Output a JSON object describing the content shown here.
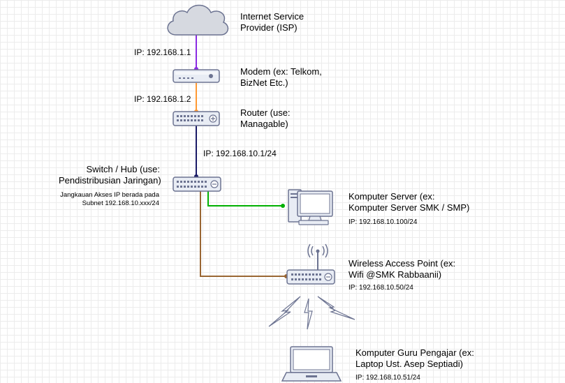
{
  "isp": {
    "line1": "Internet Service",
    "line2": "Provider (ISP)"
  },
  "modem": {
    "line1": "Modem (ex: Telkom,",
    "line2": "BizNet Etc.)",
    "ip": "IP: 192.168.1.1"
  },
  "router": {
    "line1": "Router (use:",
    "line2": "Managable)",
    "ip": "IP: 192.168.1.2"
  },
  "switch": {
    "line1": "Switch / Hub (use:",
    "line2": "Pendistribusian Jaringan)",
    "ip": "IP: 192.168.10.1/24",
    "note_line1": "Jangkauan Akses IP berada pada",
    "note_line2": "Subnet 192.168.10.xxx/24"
  },
  "server": {
    "line1": "Komputer Server (ex:",
    "line2": "Komputer Server SMK / SMP)",
    "ip": "IP: 192.168.10.100/24"
  },
  "wap": {
    "line1": "Wireless Access Point (ex:",
    "line2": "Wifi @SMK Rabbaanii)",
    "ip": "IP: 192.168.10.50/24"
  },
  "laptop": {
    "line1": "Komputer Guru Pengajar (ex:",
    "line2": "Laptop Ust. Asep Septiadi)",
    "ip": "IP: 192.168.10.51/24"
  },
  "colors": {
    "isp_modem_link": "#8a2be2",
    "modem_router_link": "#ff9933",
    "router_switch_link": "#1a1a66",
    "switch_server_link": "#00b000",
    "switch_wap_link": "#996633",
    "device_fill": "#e8ecf4",
    "device_stroke": "#6c7391",
    "cloud_fill": "#d6d9e0"
  }
}
